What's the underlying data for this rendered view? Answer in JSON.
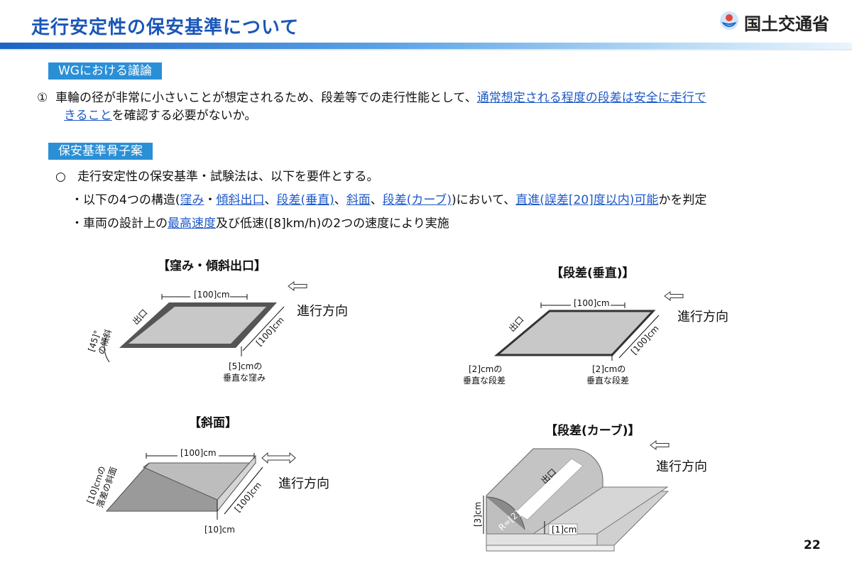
{
  "header": {
    "title": "走行安定性の保安基準について",
    "org": "国土交通省"
  },
  "wg": {
    "label": "WGにおける議論",
    "item_no": "①",
    "text_1": "車輪の径が非常に小さいことが想定されるため、段差等での走行性能として、",
    "link_1": "通常想定される程度の段差は安全に走行で",
    "link_2": "きること",
    "text_2": "を確認する必要がないか。"
  },
  "draft": {
    "label": "保安基準骨子案",
    "bullet": "○",
    "intro": "走行安定性の保安基準・試験法は、以下を要件とする。",
    "line1": {
      "t1": "・以下の4つの構造(",
      "l1": "窪み",
      "t2": "・",
      "l2": "傾斜出口",
      "t3": "、",
      "l3": "段差(垂直)",
      "t4": "、",
      "l4": "斜面",
      "t5": "、",
      "l5": "段差(カーブ)",
      "t6": ")において、",
      "l6": "直進(誤差[20]度以内)可能",
      "t7": "かを判定"
    },
    "line2": {
      "t1": "・車両の設計上の",
      "l1": "最高速度",
      "t2": "及び低速([8]km/h)の2つの速度により実施"
    }
  },
  "diagrams": {
    "pothole": {
      "title": "【窪み・傾斜出口】",
      "length": "[100]cm",
      "width": "[100]cm",
      "exit": "出口",
      "angle_1": "[45]°",
      "angle_2": "の傾斜",
      "depth_1": "[5]cmの",
      "depth_2": "垂直な窪み",
      "direction": "進行方向"
    },
    "step_vertical": {
      "title": "【段差(垂直)】",
      "length": "[100]cm",
      "width": "[100]cm",
      "exit": "出口",
      "step_left_1": "[2]cmの",
      "step_left_2": "垂直な段差",
      "step_right_1": "[2]cmの",
      "step_right_2": "垂直な段差",
      "direction": "進行方向"
    },
    "slope": {
      "title": "【斜面】",
      "length": "[100]cm",
      "width": "[100]cm",
      "height_1": "[10]cmの",
      "height_2": "落差の斜面",
      "height_bottom": "[10]cm",
      "direction": "進行方向"
    },
    "step_curve": {
      "title": "【段差(カーブ)】",
      "exit": "出口",
      "height": "[3]cm",
      "radius": "R=[2]cm",
      "step": "[1]cm",
      "direction": "進行方向"
    }
  },
  "page_number": "22"
}
